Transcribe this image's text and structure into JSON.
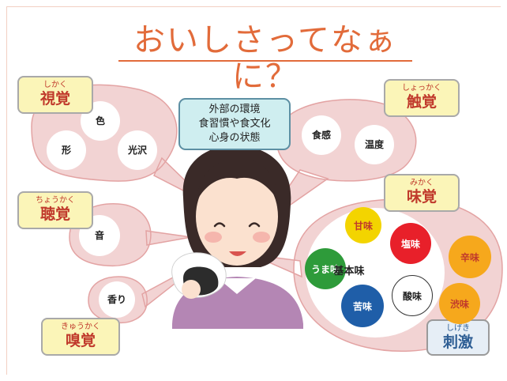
{
  "title": "おいしさってなぁに？",
  "external": [
    "外部の環境",
    "食習慣や食文化",
    "心身の状態"
  ],
  "senses": [
    {
      "id": "shikaku",
      "furigana": "しかく",
      "word": "視覚",
      "items": [
        "色",
        "形",
        "光沢"
      ]
    },
    {
      "id": "shokkaku",
      "furigana": "しょっかく",
      "word": "触覚",
      "items": [
        "食感",
        "温度"
      ]
    },
    {
      "id": "chokaku",
      "furigana": "ちょうかく",
      "word": "聴覚",
      "items": [
        "音"
      ]
    },
    {
      "id": "mikaku",
      "furigana": "みかく",
      "word": "味覚",
      "items": []
    },
    {
      "id": "kyukaku",
      "furigana": "きゅうかく",
      "word": "嗅覚",
      "items": [
        "香り"
      ]
    }
  ],
  "taste": {
    "center": "基本味",
    "basic": [
      {
        "label": "甘味",
        "color": "#f3d400",
        "text_color": "#c0392b"
      },
      {
        "label": "塩味",
        "color": "#e8202a",
        "text_color": "#ffffff"
      },
      {
        "label": "うま味",
        "color": "#2e9b3a",
        "text_color": "#ffffff"
      },
      {
        "label": "苦味",
        "color": "#1f5ea8",
        "text_color": "#ffffff"
      },
      {
        "label": "酸味",
        "color": "#ffffff",
        "text_color": "#222222"
      }
    ],
    "stimuli": [
      {
        "label": "辛味",
        "color": "#f6a81c",
        "text_color": "#c0392b"
      },
      {
        "label": "渋味",
        "color": "#f6a81c",
        "text_color": "#c0392b"
      }
    ]
  },
  "stimulus": {
    "furigana": "しげき",
    "word": "刺激"
  },
  "colors": {
    "title": "#e26b3a",
    "bubble": "#f2d3d3",
    "bubble_edge": "#e3a3a3",
    "sense_bg": "#fbf5b8",
    "sense_text": "#c0392b",
    "external_bg": "#cfeef0"
  }
}
